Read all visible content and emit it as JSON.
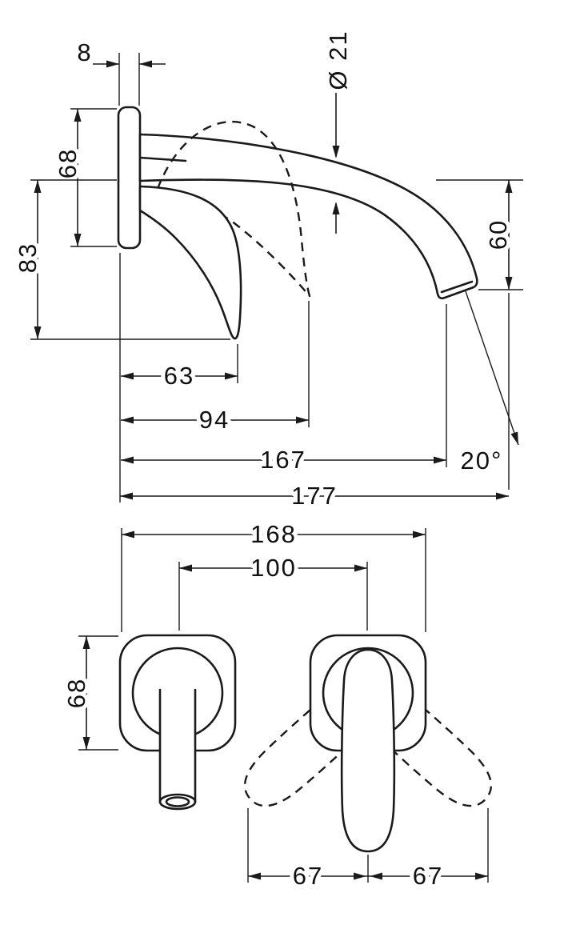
{
  "drawing": {
    "kind": "technical dimension drawing",
    "subject": "wall-mounted single-lever basin mixer, side view and front view",
    "units": "mm",
    "colors": {
      "line": "#1a1a1a",
      "background": "#ffffff"
    }
  },
  "side_view": {
    "dimensions": {
      "plate_thickness": "8",
      "spout_diameter": "Ø 21",
      "plate_height": "68",
      "wall_to_handle_height": "83",
      "spout_fall_height": "60",
      "handle_projection": "63",
      "handle_open_projection": "94",
      "spout_outlet_projection": "167",
      "spout_angle": "20°",
      "total_projection": "177"
    }
  },
  "front_view": {
    "dimensions": {
      "overall_width": "168",
      "hole_center_distance": "100",
      "plate_height": "68",
      "handle_swing_left": "67",
      "handle_swing_right": "67"
    }
  }
}
